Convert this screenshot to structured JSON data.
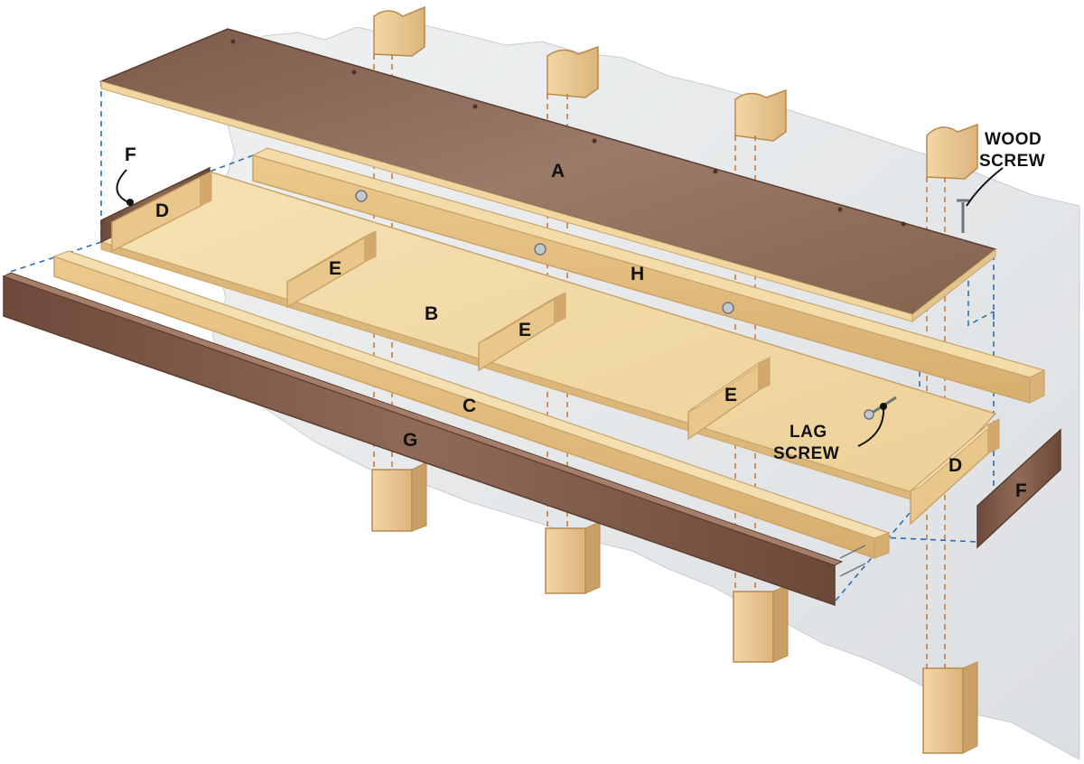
{
  "labels": {
    "top_shelf": "A",
    "shelf_base": "B",
    "front_rail": "C",
    "end_block_left": "D",
    "end_block_right": "D",
    "spacer_1": "E",
    "spacer_2": "E",
    "spacer_3": "E",
    "end_cap_left": "F",
    "end_cap_right": "F",
    "face_band": "G",
    "ledger": "H"
  },
  "callouts": {
    "wood_screw_line1": "WOOD",
    "wood_screw_line2": "SCREW",
    "lag_screw_line1": "LAG",
    "lag_screw_line2": "SCREW"
  },
  "colors": {
    "wall": "#e6e8ea",
    "stud": "#e9c58d",
    "stud_edge": "#b88a4e",
    "pine": "#f1d9a4",
    "pine_edge": "#c9a46a",
    "dark_wood": "#8c6a58",
    "dark_wood_edge": "#5b3d30",
    "stud_guide": "#c87a3c",
    "assembly_guide": "#2a6fb5"
  },
  "icons": {
    "wood_screw": "wood-screw-icon",
    "lag_screw": "lag-screw-icon",
    "bolt_head": "bolt-head-icon"
  }
}
